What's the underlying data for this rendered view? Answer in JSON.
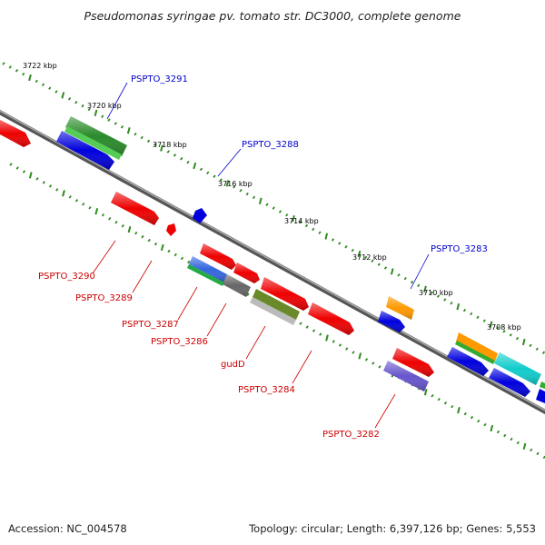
{
  "title": "Pseudomonas syringae pv. tomato str. DC3000, complete genome",
  "accession": "Accession: NC_004578",
  "stats": "Topology: circular; Length: 6,397,126 bp; Genes: 5,553",
  "colors": {
    "red": "#ee0000",
    "blue": "#0000dd",
    "green": "#3aa63a",
    "dark_green": "#2a8a2a",
    "orange": "#ff9900",
    "cyan": "#11cccc",
    "purple": "#6655cc",
    "olive": "#6a8a2a",
    "gray": "#777777",
    "label_forward": "#0000cc",
    "label_reverse": "#cc0000",
    "tick": "#2f8a1f"
  },
  "kbp_labels": [
    "3722 kbp",
    "3720 kbp",
    "3718 kbp",
    "3716 kbp",
    "3714 kbp",
    "3712 kbp",
    "3710 kbp",
    "3708 kbp"
  ],
  "forward_labels": [
    "PSPTO_3291",
    "PSPTO_3288",
    "PSPTO_3283"
  ],
  "reverse_labels": [
    "PSPTO_3290",
    "PSPTO_3289",
    "PSPTO_3287",
    "PSPTO_3286",
    "gudD",
    "PSPTO_3284",
    "PSPTO_3282"
  ]
}
